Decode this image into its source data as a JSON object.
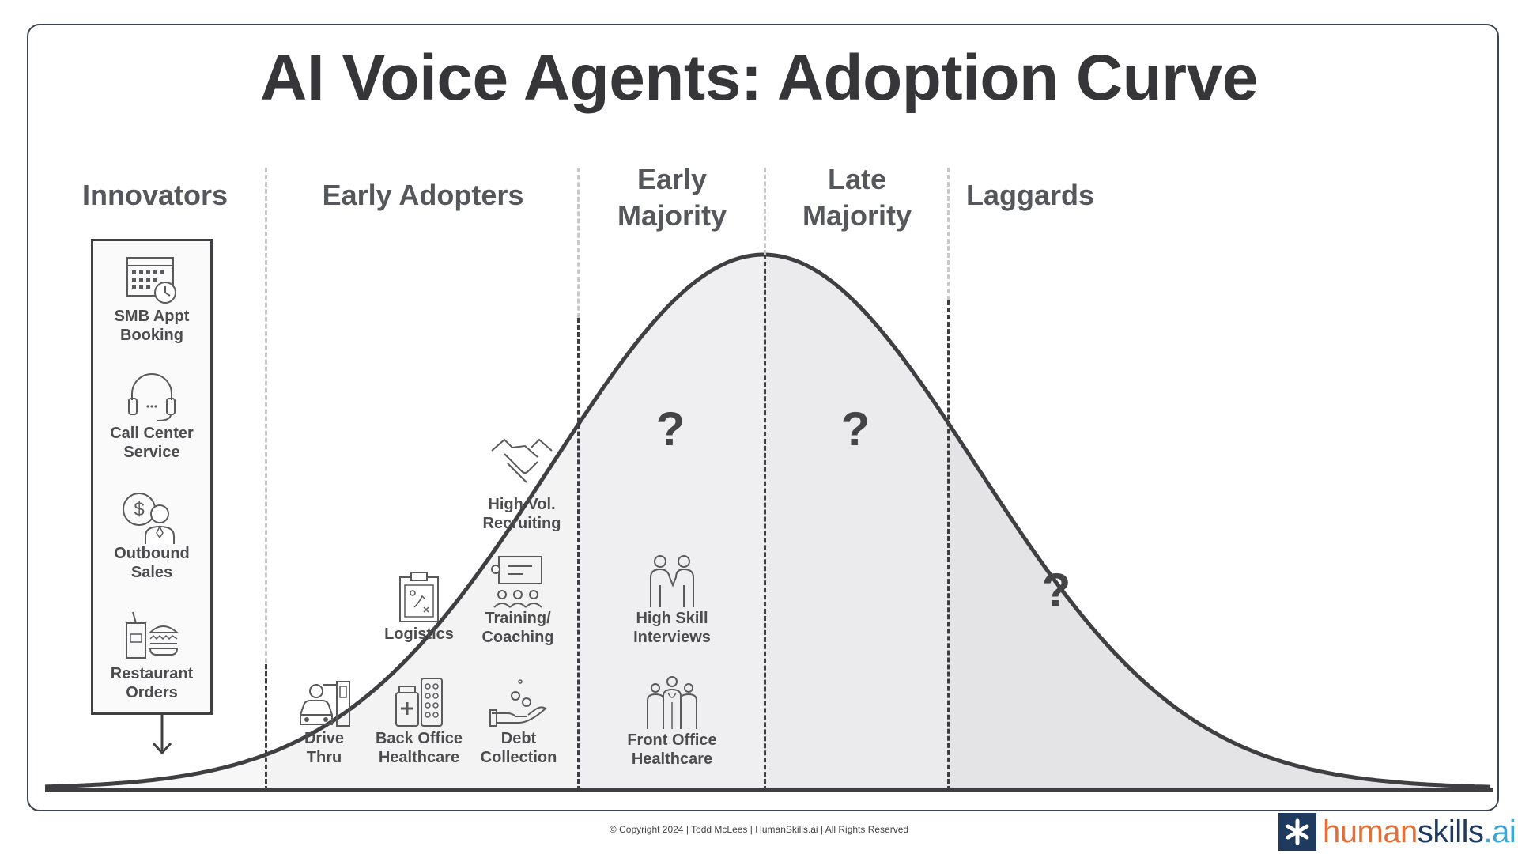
{
  "title": "AI Voice Agents: Adoption Curve",
  "stages": {
    "innovators": "Innovators",
    "early_adopters": "Early Adopters",
    "early_majority": "Early\nMajority",
    "late_majority": "Late\nMajority",
    "laggards": "Laggards"
  },
  "innovators_use_cases": [
    {
      "label": "SMB Appt\nBooking",
      "icon": "calendar-clock-icon"
    },
    {
      "label": "Call Center\nService",
      "icon": "headset-icon"
    },
    {
      "label": "Outbound\nSales",
      "icon": "salesperson-icon"
    },
    {
      "label": "Restaurant\nOrders",
      "icon": "fast-food-icon"
    }
  ],
  "early_adopter_use_cases": [
    {
      "label": "High Vol.\nRecruiting",
      "icon": "handshake-icon"
    },
    {
      "label": "Logistics",
      "icon": "clipboard-icon"
    },
    {
      "label": "Training/\nCoaching",
      "icon": "presentation-icon"
    },
    {
      "label": "Drive\nThru",
      "icon": "drive-thru-icon"
    },
    {
      "label": "Back Office\nHealthcare",
      "icon": "medicine-icon"
    },
    {
      "label": "Debt\nCollection",
      "icon": "coins-hand-icon"
    }
  ],
  "early_majority_use_cases": [
    {
      "label": "High Skill\nInterviews",
      "icon": "interview-icon"
    },
    {
      "label": "Front Office\nHealthcare",
      "icon": "medical-staff-icon"
    }
  ],
  "unknowns": {
    "early_majority": "?",
    "late_majority": "?",
    "laggards": "?"
  },
  "footer": {
    "copyright": "© Copyright 2024  |  Todd McLees  |  HumanSkills.ai | All Rights Reserved"
  },
  "brand": {
    "human": "human",
    "skills": "skills",
    "ai": ".ai",
    "colors": {
      "human": "#e0703a",
      "skills": "#1e3a5f",
      "ai": "#3aa7d6"
    }
  }
}
